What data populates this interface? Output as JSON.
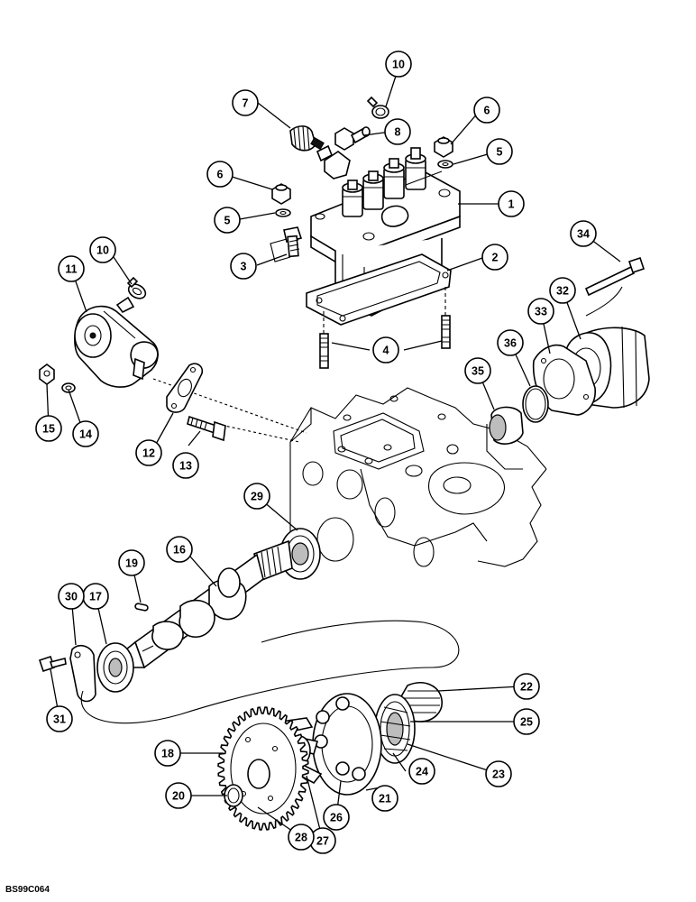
{
  "figure": {
    "reference_code": "BS99C064",
    "callouts": [
      {
        "label": "1"
      },
      {
        "label": "2"
      },
      {
        "label": "3"
      },
      {
        "label": "4"
      },
      {
        "label": "5"
      },
      {
        "label": "5"
      },
      {
        "label": "6"
      },
      {
        "label": "6"
      },
      {
        "label": "7"
      },
      {
        "label": "8"
      },
      {
        "label": "10"
      },
      {
        "label": "10"
      },
      {
        "label": "11"
      },
      {
        "label": "12"
      },
      {
        "label": "13"
      },
      {
        "label": "14"
      },
      {
        "label": "15"
      },
      {
        "label": "16"
      },
      {
        "label": "17"
      },
      {
        "label": "18"
      },
      {
        "label": "19"
      },
      {
        "label": "20"
      },
      {
        "label": "21"
      },
      {
        "label": "22"
      },
      {
        "label": "23"
      },
      {
        "label": "24"
      },
      {
        "label": "25"
      },
      {
        "label": "26"
      },
      {
        "label": "27"
      },
      {
        "label": "28"
      },
      {
        "label": "29"
      },
      {
        "label": "30"
      },
      {
        "label": "31"
      },
      {
        "label": "32"
      },
      {
        "label": "33"
      },
      {
        "label": "34"
      },
      {
        "label": "35"
      },
      {
        "label": "36"
      }
    ]
  }
}
